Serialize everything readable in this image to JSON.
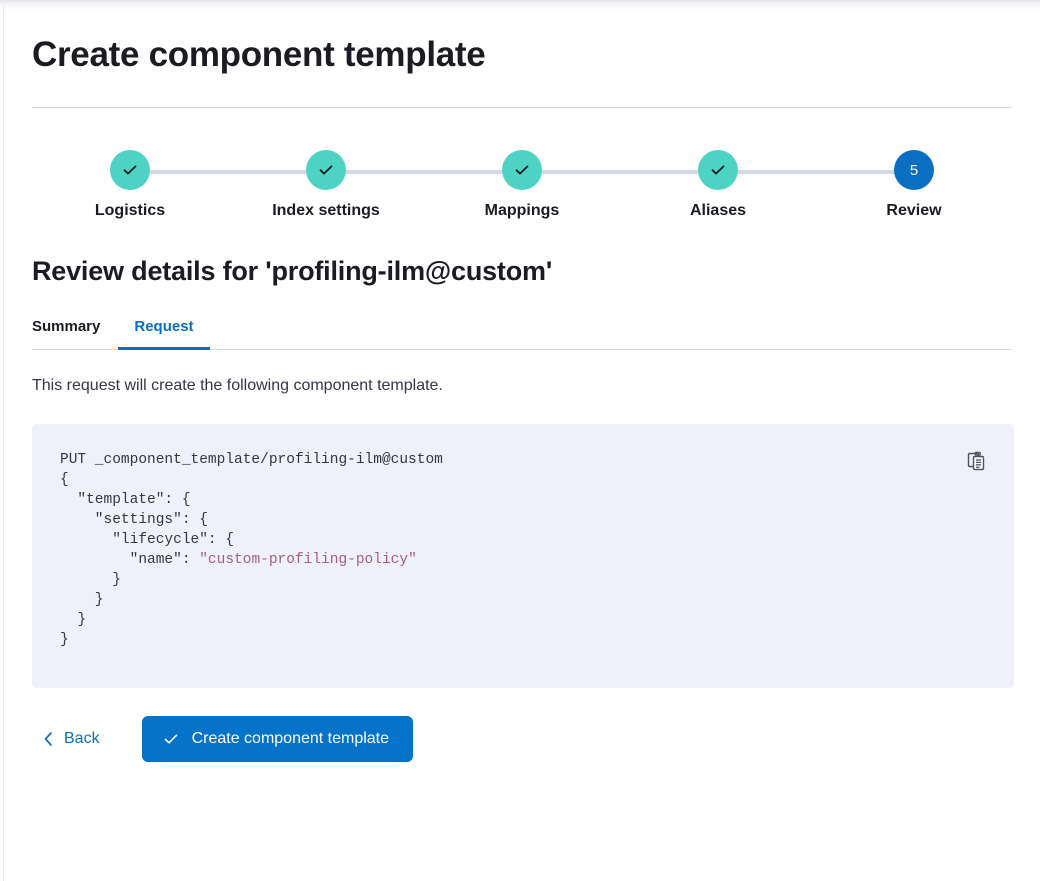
{
  "page": {
    "title": "Create component template"
  },
  "stepper": {
    "steps": [
      {
        "label": "Logistics",
        "state": "complete",
        "icon": "check-icon",
        "badge": ""
      },
      {
        "label": "Index settings",
        "state": "complete",
        "icon": "check-icon",
        "badge": ""
      },
      {
        "label": "Mappings",
        "state": "complete",
        "icon": "check-icon",
        "badge": ""
      },
      {
        "label": "Aliases",
        "state": "complete",
        "icon": "check-icon",
        "badge": ""
      },
      {
        "label": "Review",
        "state": "current",
        "icon": "step-number",
        "badge": "5"
      }
    ]
  },
  "review": {
    "heading": "Review details for 'profiling-ilm@custom'",
    "tabs": [
      {
        "label": "Summary",
        "active": false
      },
      {
        "label": "Request",
        "active": true
      }
    ],
    "description": "This request will create the following component template.",
    "request": {
      "method_line": "PUT _component_template/profiling-ilm@custom",
      "body_before": "{\n  \"template\": {\n    \"settings\": {\n      \"lifecycle\": {\n        \"name\": ",
      "string_value": "\"custom-profiling-policy\"",
      "body_after": "\n      }\n    }\n  }\n}"
    },
    "copy_button_title": "Copy to clipboard",
    "copy_icon": "clipboard-copy-icon"
  },
  "footer": {
    "back_label": "Back",
    "back_icon": "chevron-left-icon",
    "primary_label": "Create component template",
    "primary_icon": "check-icon"
  },
  "colors": {
    "accent_blue": "#0a6fc2",
    "primary_button": "#0573c9",
    "complete_teal": "#4dd2c4",
    "code_background": "#eef1f9",
    "code_string": "#a2617d",
    "text_dark": "#1a1c21",
    "text_body": "#343741",
    "divider": "#d3dae6",
    "connector": "#d3d8e4"
  }
}
